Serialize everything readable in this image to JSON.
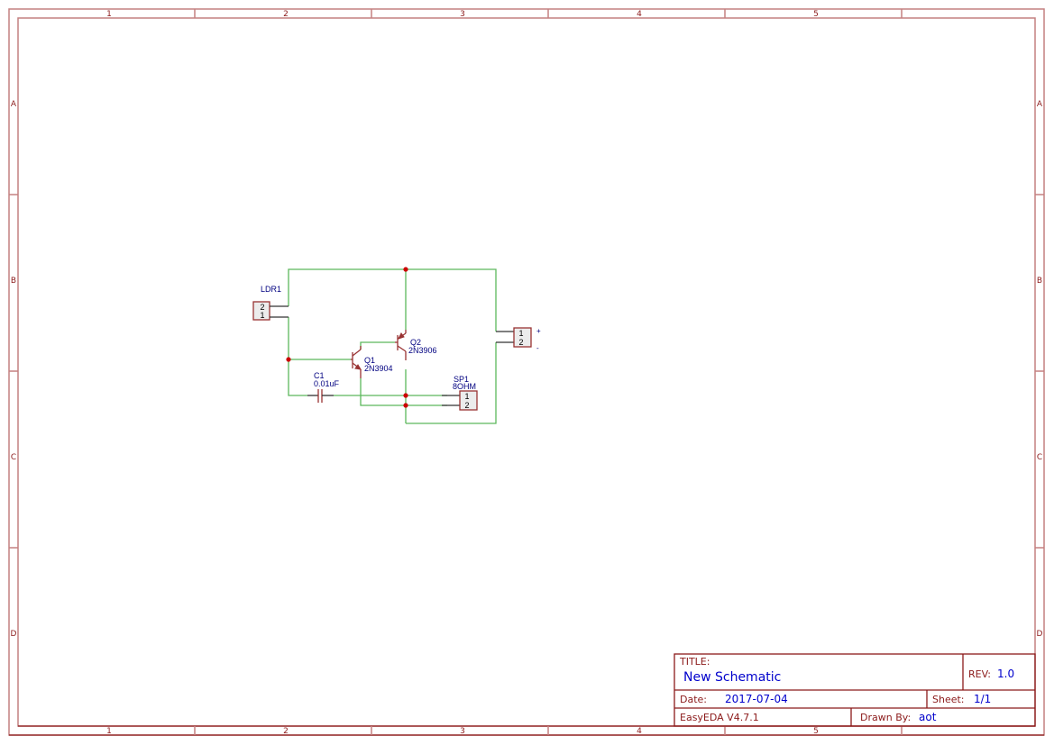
{
  "frame": {
    "columns": [
      "1",
      "2",
      "3",
      "4",
      "5"
    ],
    "rows": [
      "A",
      "B",
      "C",
      "D"
    ],
    "frame_color": "#c48080",
    "border_color": "#8b1a1a"
  },
  "components": {
    "ldr1": {
      "ref": "LDR1",
      "pins": [
        "2",
        "1"
      ]
    },
    "q1": {
      "ref": "Q1",
      "value": "2N3904"
    },
    "q2": {
      "ref": "Q2",
      "value": "2N3906"
    },
    "c1": {
      "ref": "C1",
      "value": "0.01uF"
    },
    "sp1": {
      "ref": "SP1",
      "value": "8OHM",
      "pins": [
        "1",
        "2"
      ]
    },
    "battery": {
      "pins": [
        "1",
        "2"
      ],
      "plus": "+",
      "minus": "-"
    }
  },
  "colors": {
    "wire": "#5cb85c",
    "symbol": "#993333",
    "junction": "#cc0000",
    "ref_text": "#000080"
  },
  "title_block": {
    "title_label": "TITLE:",
    "title_value": "New Schematic",
    "rev_label": "REV:",
    "rev_value": "1.0",
    "date_label": "Date:",
    "date_value": "2017-07-04",
    "sheet_label": "Sheet:",
    "sheet_value": "1/1",
    "software": "EasyEDA V4.7.1",
    "drawn_by_label": "Drawn By:",
    "drawn_by_value": "aot"
  }
}
